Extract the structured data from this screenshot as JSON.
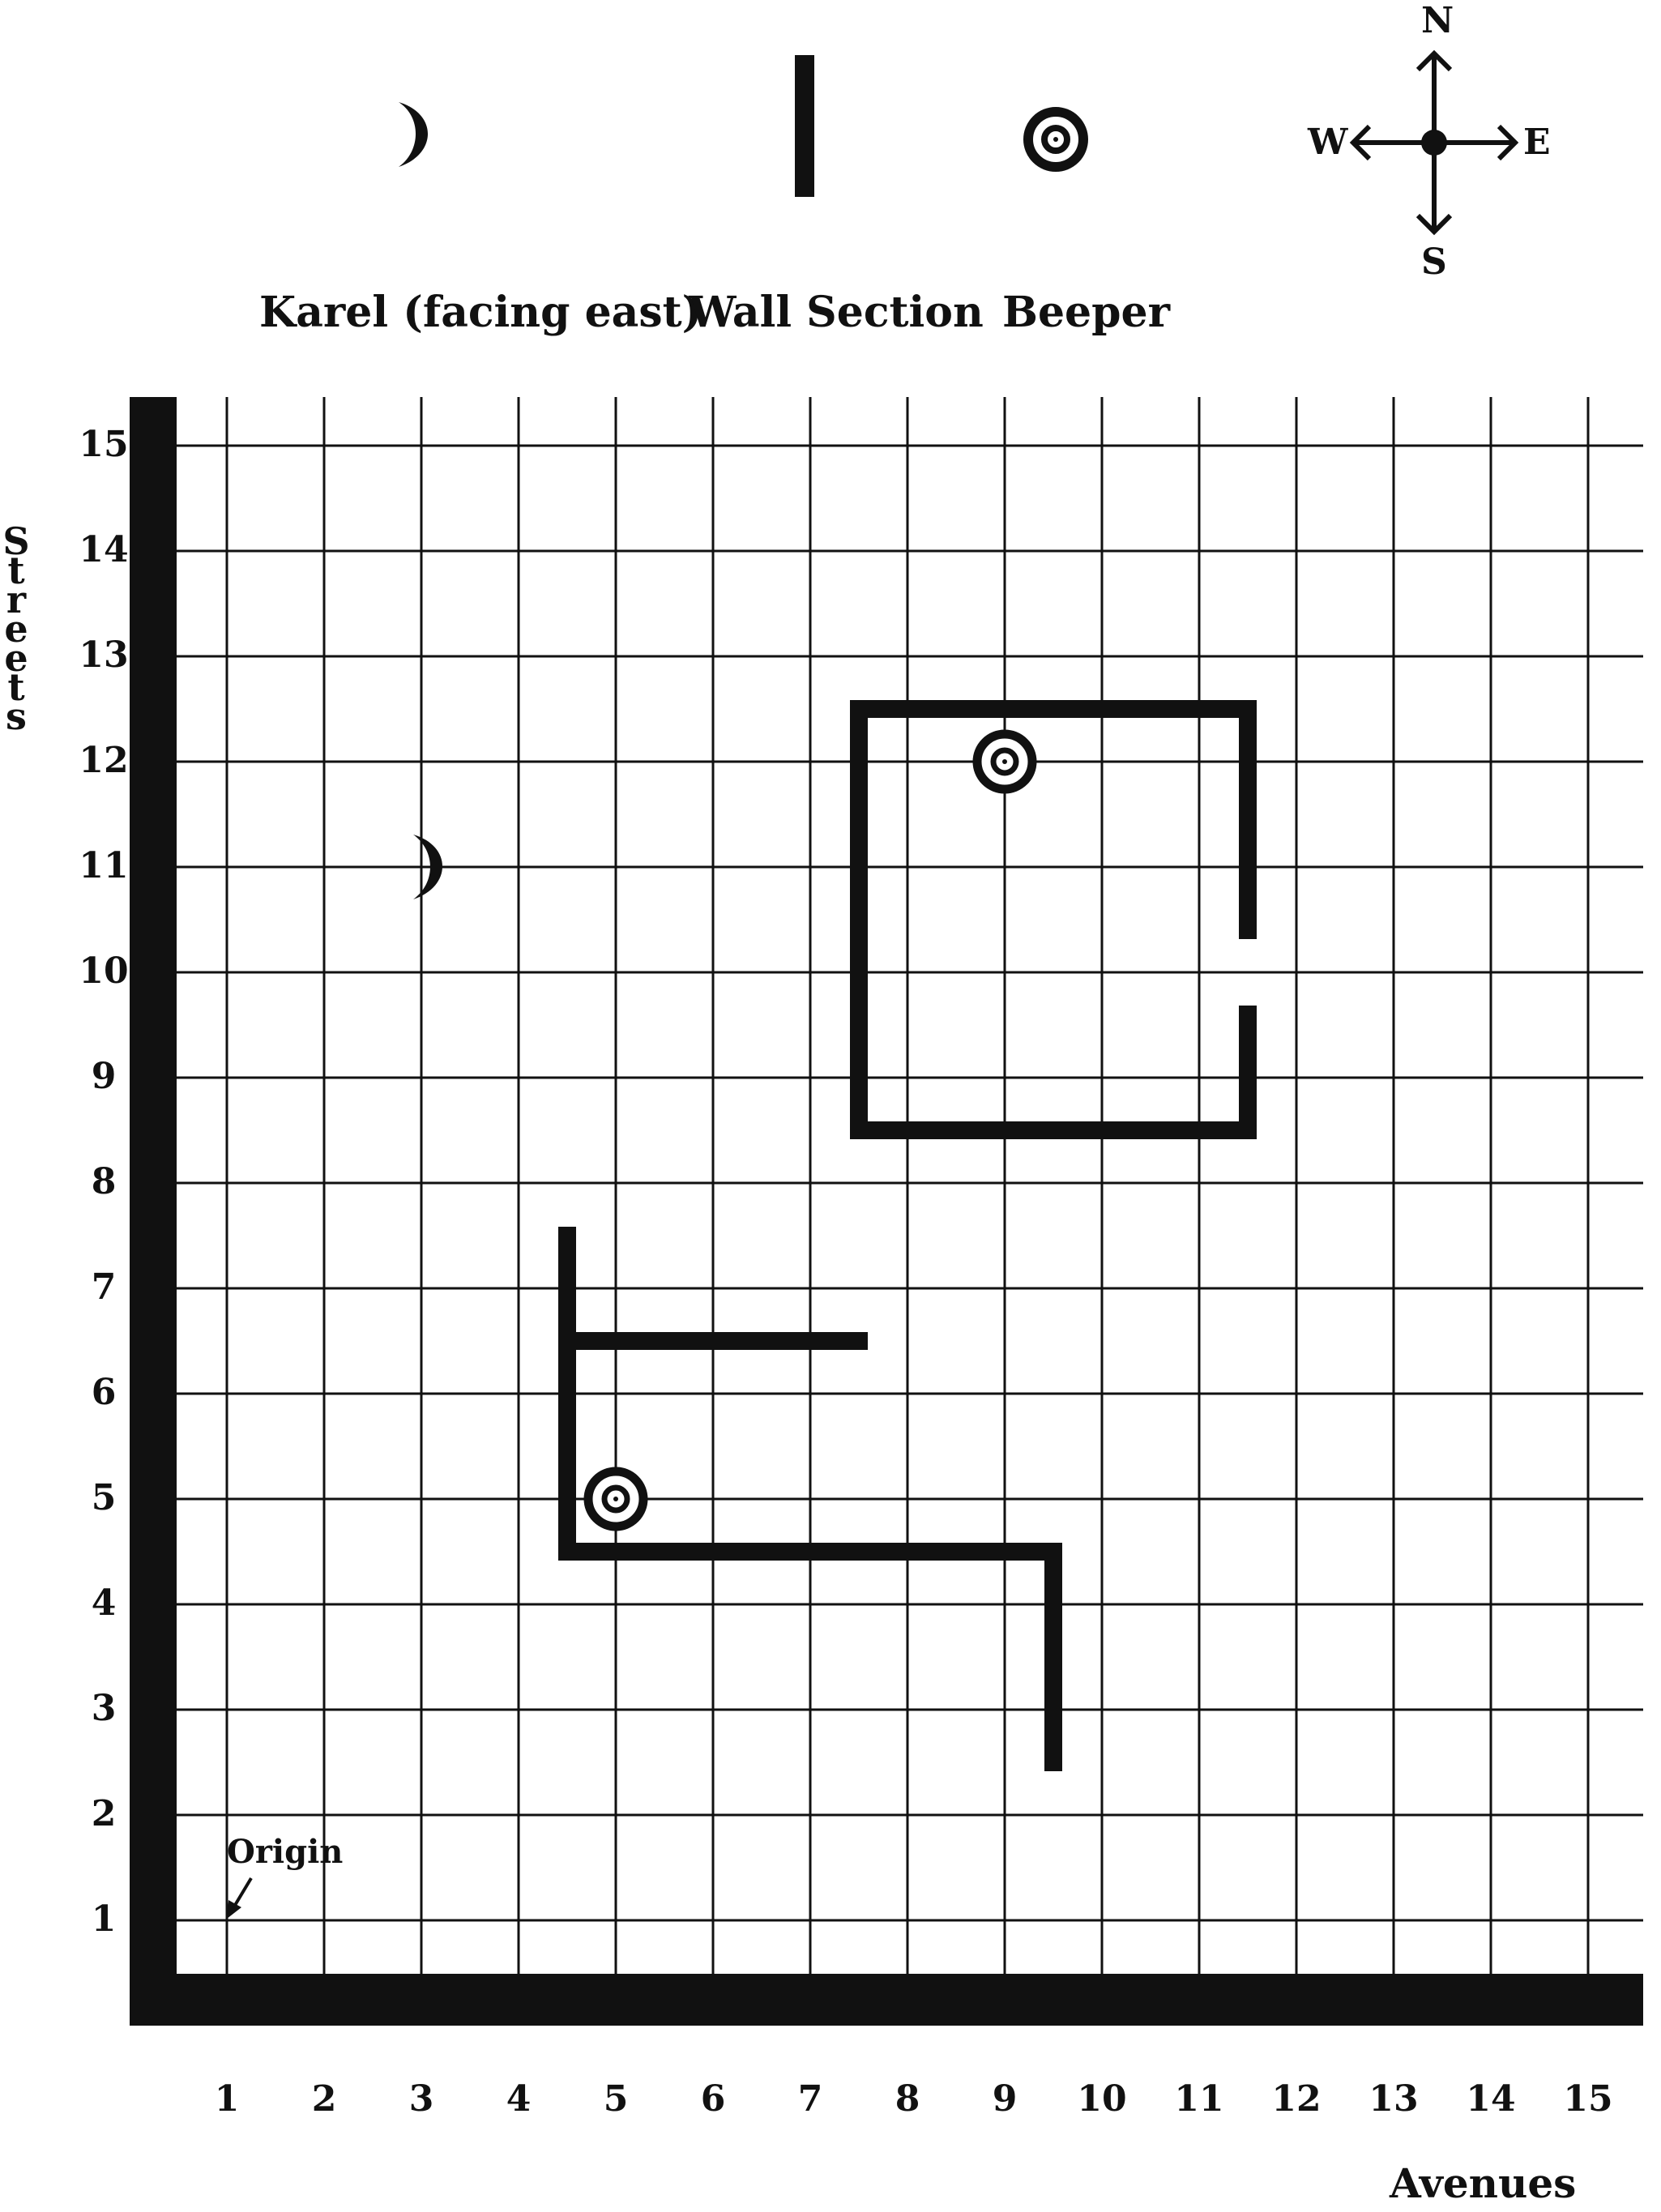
{
  "legend": {
    "karel_label": "Karel (facing east)",
    "wall_label": "Wall Section",
    "beeper_label": "Beeper"
  },
  "compass": {
    "north": "N",
    "south": "S",
    "east": "E",
    "west": "W"
  },
  "axes": {
    "streets_title": "Streets",
    "avenues_title": "Avenues",
    "origin_label": "Origin",
    "street_numbers": [
      "1",
      "2",
      "3",
      "4",
      "5",
      "6",
      "7",
      "8",
      "9",
      "10",
      "11",
      "12",
      "13",
      "14",
      "15"
    ],
    "avenue_numbers": [
      "1",
      "2",
      "3",
      "4",
      "5",
      "6",
      "7",
      "8",
      "9",
      "10",
      "11",
      "12",
      "13",
      "14",
      "15"
    ]
  },
  "world": {
    "karel": {
      "avenue": 3,
      "street": 11,
      "facing": "east"
    },
    "beepers": [
      {
        "avenue": 9,
        "street": 12
      },
      {
        "avenue": 5,
        "street": 5
      }
    ],
    "walls": [
      {
        "from": [
          4.5,
          4.5
        ],
        "to": [
          4.5,
          7.5
        ]
      },
      {
        "from": [
          4.5,
          6.5
        ],
        "to": [
          7.5,
          6.5
        ]
      },
      {
        "from": [
          4.5,
          4.5
        ],
        "to": [
          9.5,
          4.5
        ]
      },
      {
        "from": [
          9.5,
          4.5
        ],
        "to": [
          9.5,
          2.5
        ]
      },
      {
        "from": [
          7.5,
          8.5
        ],
        "to": [
          7.5,
          12.5
        ]
      },
      {
        "from": [
          7.5,
          12.5
        ],
        "to": [
          11.5,
          12.5
        ]
      },
      {
        "from": [
          7.5,
          8.5
        ],
        "to": [
          11.5,
          8.5
        ]
      },
      {
        "from": [
          11.5,
          12.5
        ],
        "to": [
          11.5,
          10.4
        ]
      },
      {
        "from": [
          11.5,
          8.5
        ],
        "to": [
          11.5,
          9.6
        ]
      }
    ]
  }
}
